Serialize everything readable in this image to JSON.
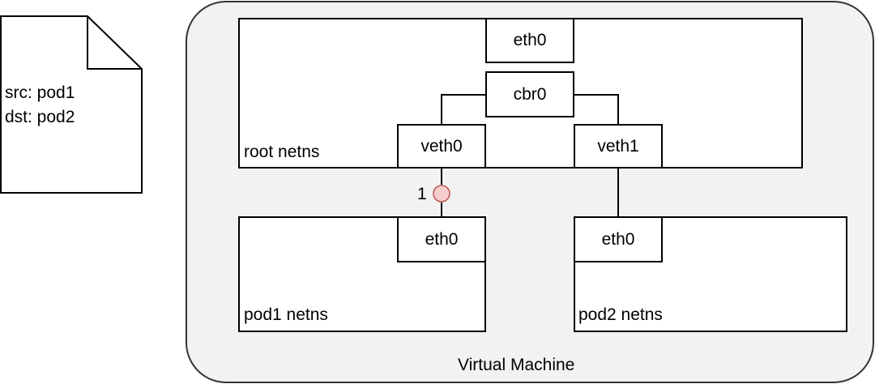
{
  "packet_note": {
    "lines": [
      "src: pod1",
      "dst: pod2"
    ]
  },
  "vm": {
    "label": "Virtual Machine",
    "background": "#f2f2f2"
  },
  "root_ns": {
    "label": "root netns",
    "eth0": "eth0",
    "bridge": "cbr0",
    "veth0": "veth0",
    "veth1": "veth1"
  },
  "pod1_ns": {
    "label": "pod1 netns",
    "eth0": "eth0"
  },
  "pod2_ns": {
    "label": "pod2 netns",
    "eth0": "eth0"
  },
  "step_marker": {
    "number": "1",
    "fill": "#f8cecc",
    "stroke": "#b85450"
  }
}
